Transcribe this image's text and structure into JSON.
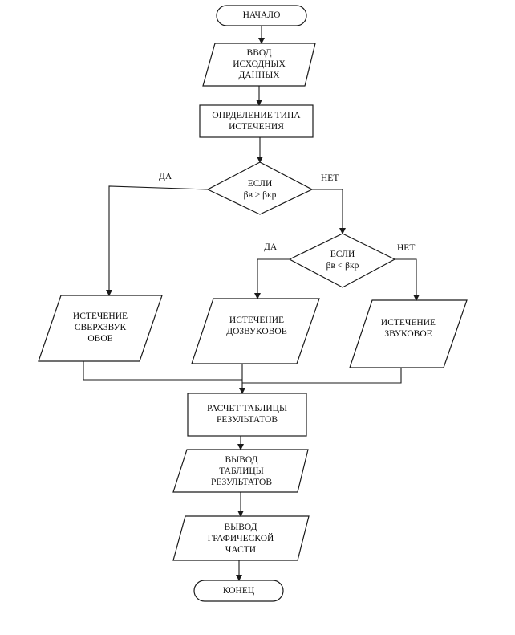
{
  "nodes": {
    "start": "НАЧАЛО",
    "input": "ВВОД\nИСХОДНЫХ\nДАННЫХ",
    "determine": "ОПРДЕЛЕНИЕ ТИПА\nИСТЕЧЕНИЯ",
    "cond1": "ЕСЛИ\nβв > βкр",
    "cond2": "ЕСЛИ\nβв < βкр",
    "supersonic": "ИСТЕЧЕНИЕ\nСВЕРХЗВУК\nОВОЕ",
    "subsonic": "ИСТЕЧЕНИЕ\nДОЗВУКОВОЕ",
    "sonic": "ИСТЕЧЕНИЕ\nЗВУКОВОЕ",
    "calc": "РАСЧЕТ ТАБЛИЦЫ\nРЕЗУЛЬТАТОВ",
    "output_table": "ВЫВОД\nТАБЛИЦЫ\nРЕЗУЛЬТАТОВ",
    "output_graph": "ВЫВОД\nГРАФИЧЕСКОЙ\nЧАСТИ",
    "end": "КОНЕЦ"
  },
  "branches": {
    "cond1_yes": "ДА",
    "cond1_no": "НЕТ",
    "cond2_yes": "ДА",
    "cond2_no": "НЕТ"
  }
}
